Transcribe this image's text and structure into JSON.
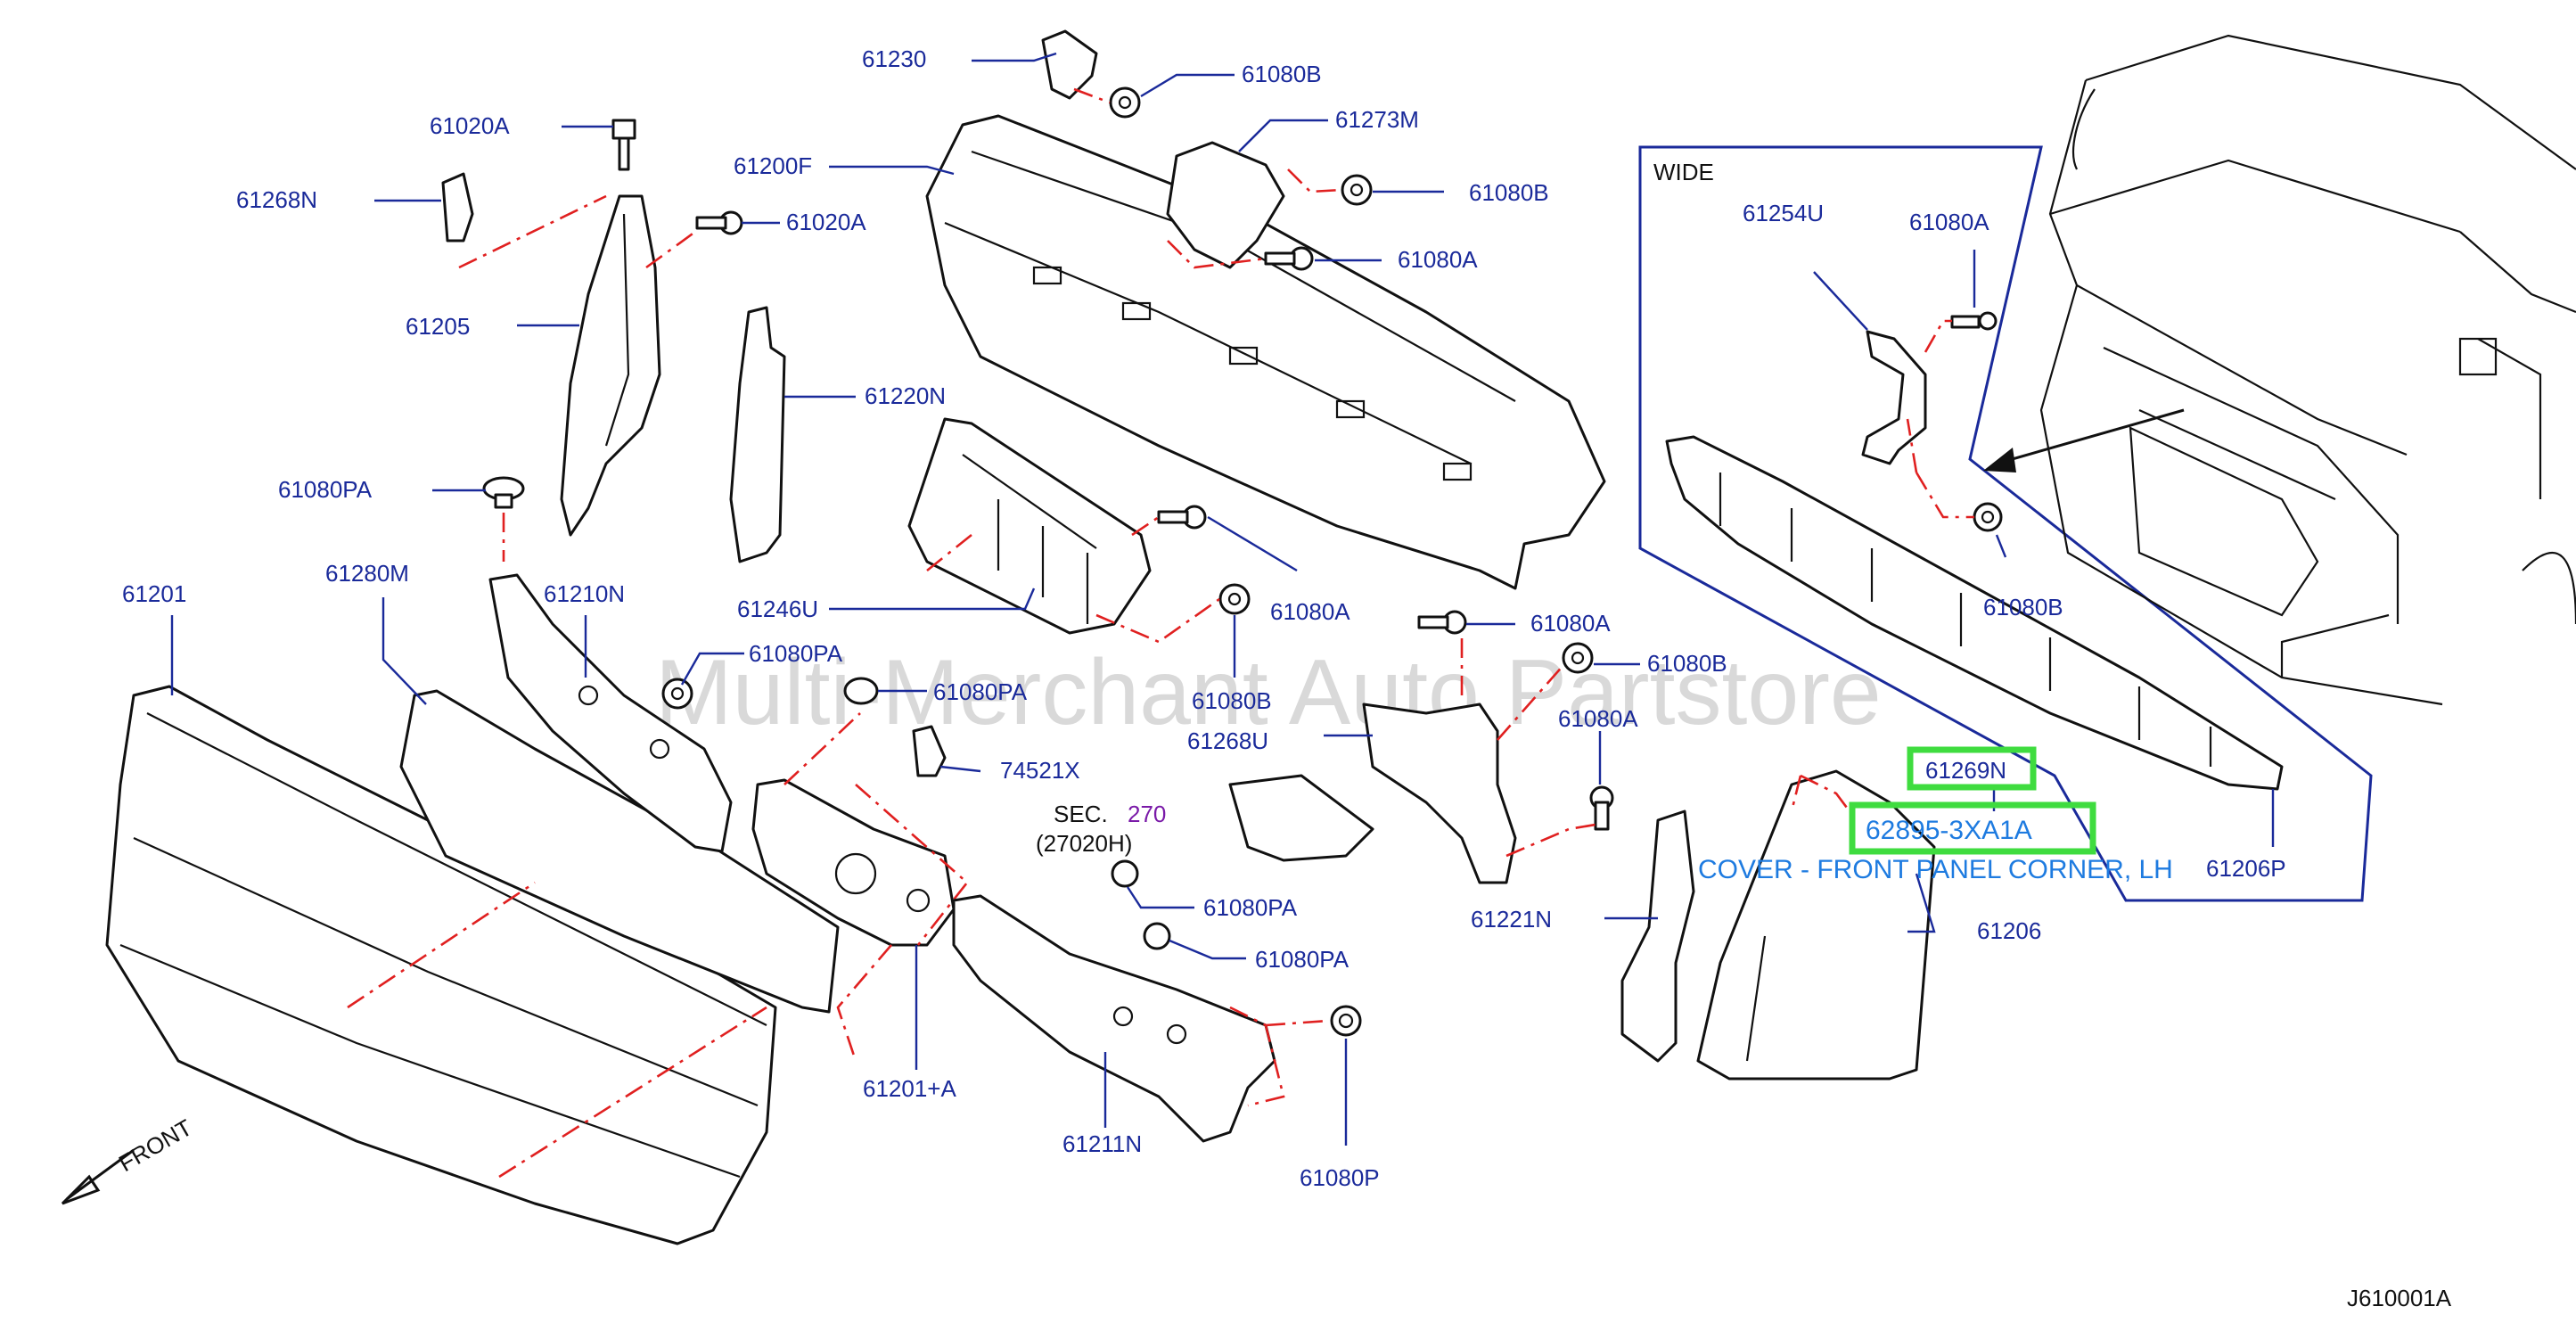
{
  "watermark": "Multi-Merchant Auto Partstore",
  "diagram_code": "J610001A",
  "front_label": "FRONT",
  "wide_label": "WIDE",
  "sec_ref": {
    "prefix": "SEC.",
    "number": "270",
    "sub": "(27020H)"
  },
  "highlight": {
    "part_top": "61269N",
    "part_number": "62895-3XA1A",
    "description": "COVER - FRONT PANEL CORNER, LH"
  },
  "labels": {
    "l61230": "61230",
    "l61080B_a": "61080B",
    "l61273M": "61273M",
    "l61080B_b": "61080B",
    "l61020A_a": "61020A",
    "l61200F": "61200F",
    "l61268N": "61268N",
    "l61020A_b": "61020A",
    "l61080A_a": "61080A",
    "l61205": "61205",
    "l61220N": "61220N",
    "l61080PA_a": "61080PA",
    "l61246U": "61246U",
    "l61080A_b": "61080A",
    "l61201": "61201",
    "l61280M": "61280M",
    "l61210N": "61210N",
    "l61080PA_b": "61080PA",
    "l61080PA_c": "61080PA",
    "l61080B_c": "61080B",
    "l61268U": "61268U",
    "l61080A_c": "61080A",
    "l61080B_d": "61080B",
    "l61080A_d": "61080A",
    "l74521X": "74521X",
    "l61080PA_d": "61080PA",
    "l61080PA_e": "61080PA",
    "l61221N": "61221N",
    "l61206": "61206",
    "l61201A": "61201+A",
    "l61211N": "61211N",
    "l61080P": "61080P",
    "l61254U": "61254U",
    "l61080A_e": "61080A",
    "l61080B_e": "61080B",
    "l61206P": "61206P"
  }
}
